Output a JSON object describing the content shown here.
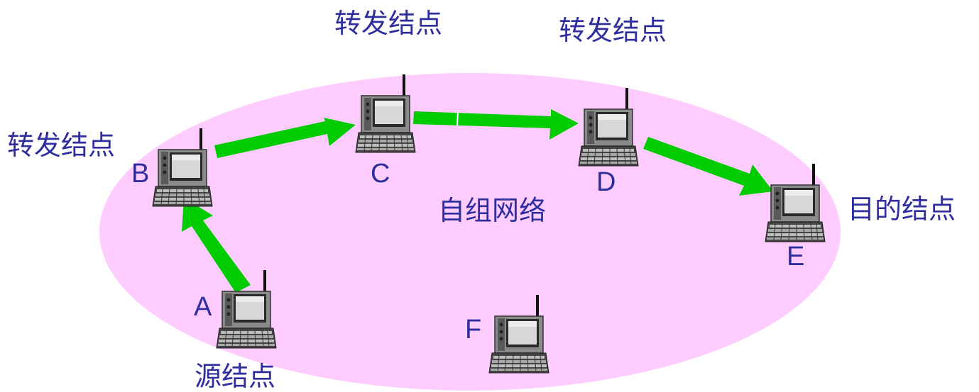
{
  "network": {
    "label": "自组网络",
    "fill_color": "#ffccff"
  },
  "arrow_color": "#00cc00",
  "label_color": "#2e2e9e",
  "nodes": [
    {
      "id": "A",
      "letter": "A",
      "role": "源结点"
    },
    {
      "id": "B",
      "letter": "B",
      "role": "转发结点"
    },
    {
      "id": "C",
      "letter": "C",
      "role": "转发结点"
    },
    {
      "id": "D",
      "letter": "D",
      "role": "转发结点"
    },
    {
      "id": "E",
      "letter": "E",
      "role": "目的结点"
    },
    {
      "id": "F",
      "letter": "F",
      "role": ""
    }
  ],
  "route": [
    "A",
    "B",
    "C",
    "D",
    "E"
  ],
  "device_icon": "laptop-antenna-icon"
}
